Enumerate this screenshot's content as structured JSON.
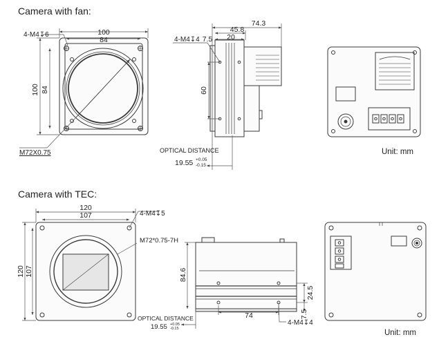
{
  "sections": {
    "fan_title": "Camera with fan:",
    "tec_title": "Camera with TEC:"
  },
  "fan_front": {
    "hole_note": "4-M4↧6",
    "dim_outer_width": "100",
    "dim_inner_width": "84",
    "dim_outer_height": "100",
    "dim_inner_height": "84",
    "thread_note": "M72X0.75"
  },
  "fan_side": {
    "dim_total": "74.3",
    "dim_body": "45.8",
    "dim_front": "20",
    "dim_flange": "7.5",
    "hole_note": "4-M4↧4",
    "dim_hole_spacing": "60",
    "optical_label": "OPTICAL DISTANCE",
    "optical_value": "19.55",
    "tol_plus": "+0.05",
    "tol_minus": "-0.15"
  },
  "fan_back": {
    "unit_label": "Unit: mm"
  },
  "tec_front": {
    "dim_outer_width": "120",
    "dim_inner_width": "107",
    "dim_outer_height": "120",
    "dim_inner_height": "107",
    "hole_note": "4-M4↧5",
    "thread_note": "M72*0.75-7H"
  },
  "tec_side": {
    "dim_height": "84.6",
    "dim_hole_v": "24.5",
    "dim_bottom": "7.5",
    "dim_hole_h": "74",
    "hole_note": "4-M4↧4",
    "optical_label": "OPTICAL DISTANCE",
    "optical_value": "19.55",
    "tol_plus": "+0.05",
    "tol_minus": "-0.15"
  },
  "tec_back": {
    "unit_label": "Unit: mm"
  },
  "colors": {
    "line": "#3a3a3a",
    "dim": "#555555",
    "fill": "#f2f2f2",
    "dark": "#222222"
  }
}
